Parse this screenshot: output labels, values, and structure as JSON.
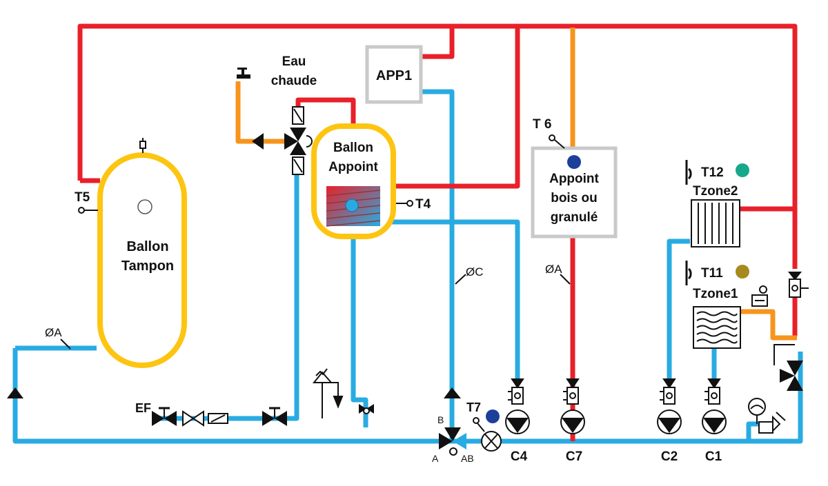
{
  "colors": {
    "hot": "#e8202a",
    "cold": "#29abe2",
    "orange": "#f7941d",
    "tank": "#fdc512",
    "box_border": "#c9c9c9",
    "dark_blue": "#1c3f9a",
    "teal": "#16a88a",
    "olive": "#a68a1e",
    "black": "#111111"
  },
  "tanks": {
    "buffer": {
      "line1": "Ballon",
      "line2": "Tampon"
    },
    "appoint": {
      "line1": "Ballon",
      "line2": "Appoint"
    }
  },
  "boxes": {
    "app1": "APP1",
    "boiler": {
      "line1": "Appoint",
      "line2": "bois ou",
      "line3": "granulé"
    }
  },
  "labels": {
    "hot_water_line1": "Eau",
    "hot_water_line2": "chaude",
    "t5": "T5",
    "t4": "T4",
    "t6": "T 6",
    "t7": "T7",
    "t11": "T11",
    "t12": "T12",
    "tzone1": "Tzone1",
    "tzone2": "Tzone2",
    "ef": "EF",
    "dia_a_left": "ØA",
    "dia_a_right": "ØA",
    "dia_c": "ØC",
    "valve_a": "A",
    "valve_b": "B",
    "valve_ab": "AB"
  },
  "circuits": {
    "c1": "C1",
    "c2": "C2",
    "c4": "C4",
    "c7": "C7"
  },
  "icons": {
    "pump": "pump-icon",
    "check_valve": "check-valve-icon",
    "three_way_valve": "three-way-valve-icon",
    "temperature_sensor": "temperature-sensor-icon",
    "radiator": "radiator-icon",
    "floor_heating": "floor-heating-icon",
    "faucet": "faucet-icon",
    "expansion_vessel": "expansion-vessel-icon"
  }
}
